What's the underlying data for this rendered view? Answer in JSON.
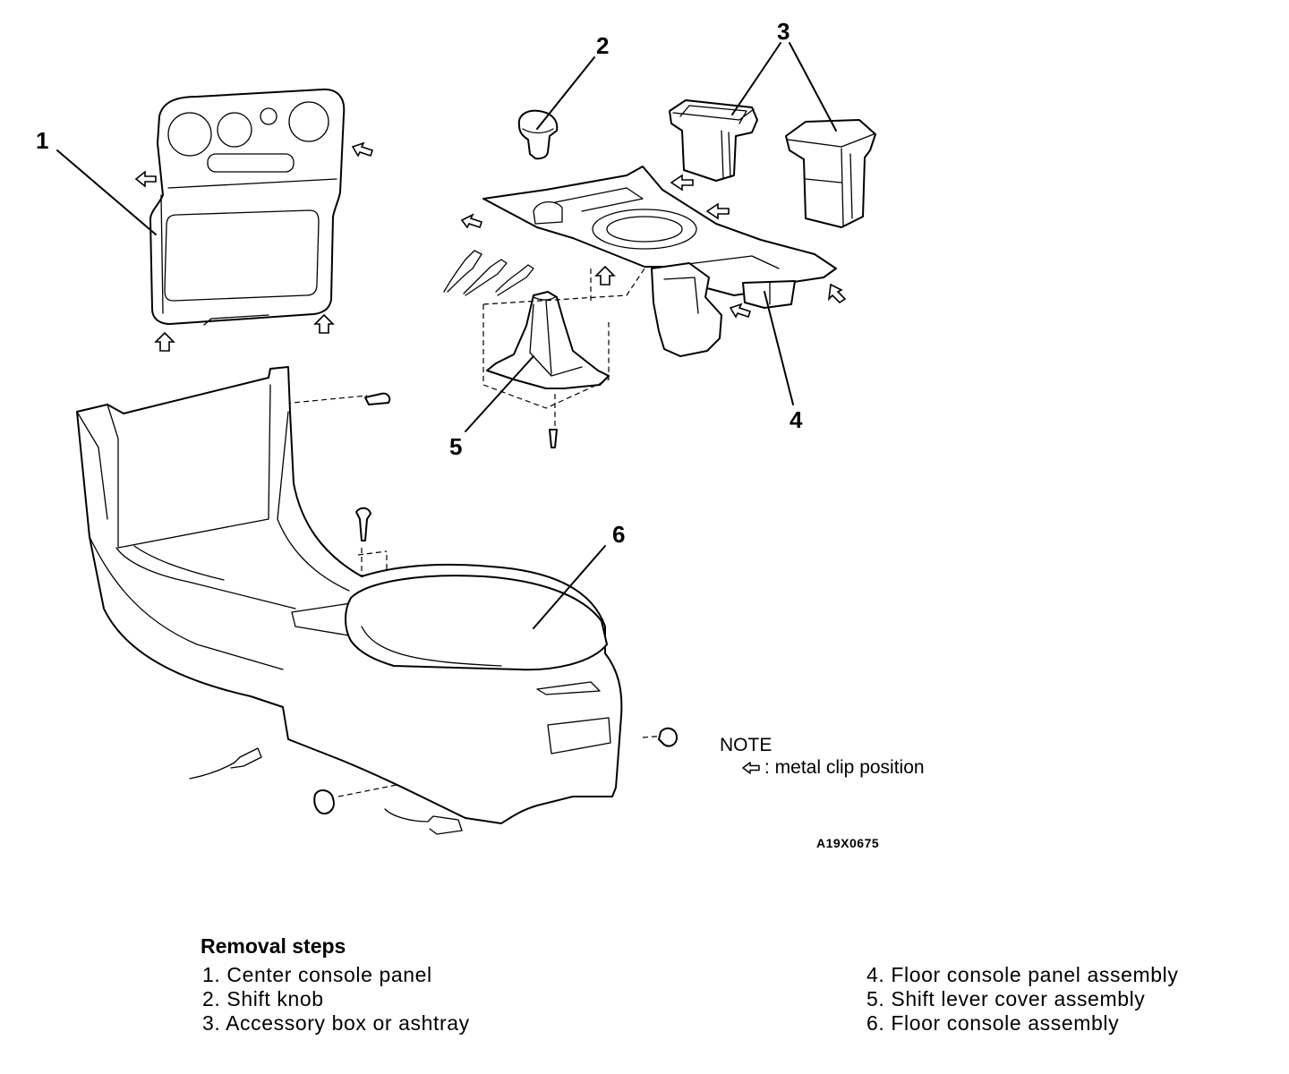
{
  "callouts": [
    "1",
    "2",
    "3",
    "4",
    "5",
    "6"
  ],
  "note": {
    "title": "NOTE",
    "icon": "outline-arrow-icon",
    "text": ": metal clip position"
  },
  "figure_code": "A19X0675",
  "removal": {
    "title": "Removal steps",
    "steps": [
      "1. Center console panel",
      "2. Shift knob",
      "3. Accessory box or ashtray",
      "4. Floor console panel assembly",
      "5. Shift lever cover assembly",
      "6. Floor console assembly"
    ]
  }
}
